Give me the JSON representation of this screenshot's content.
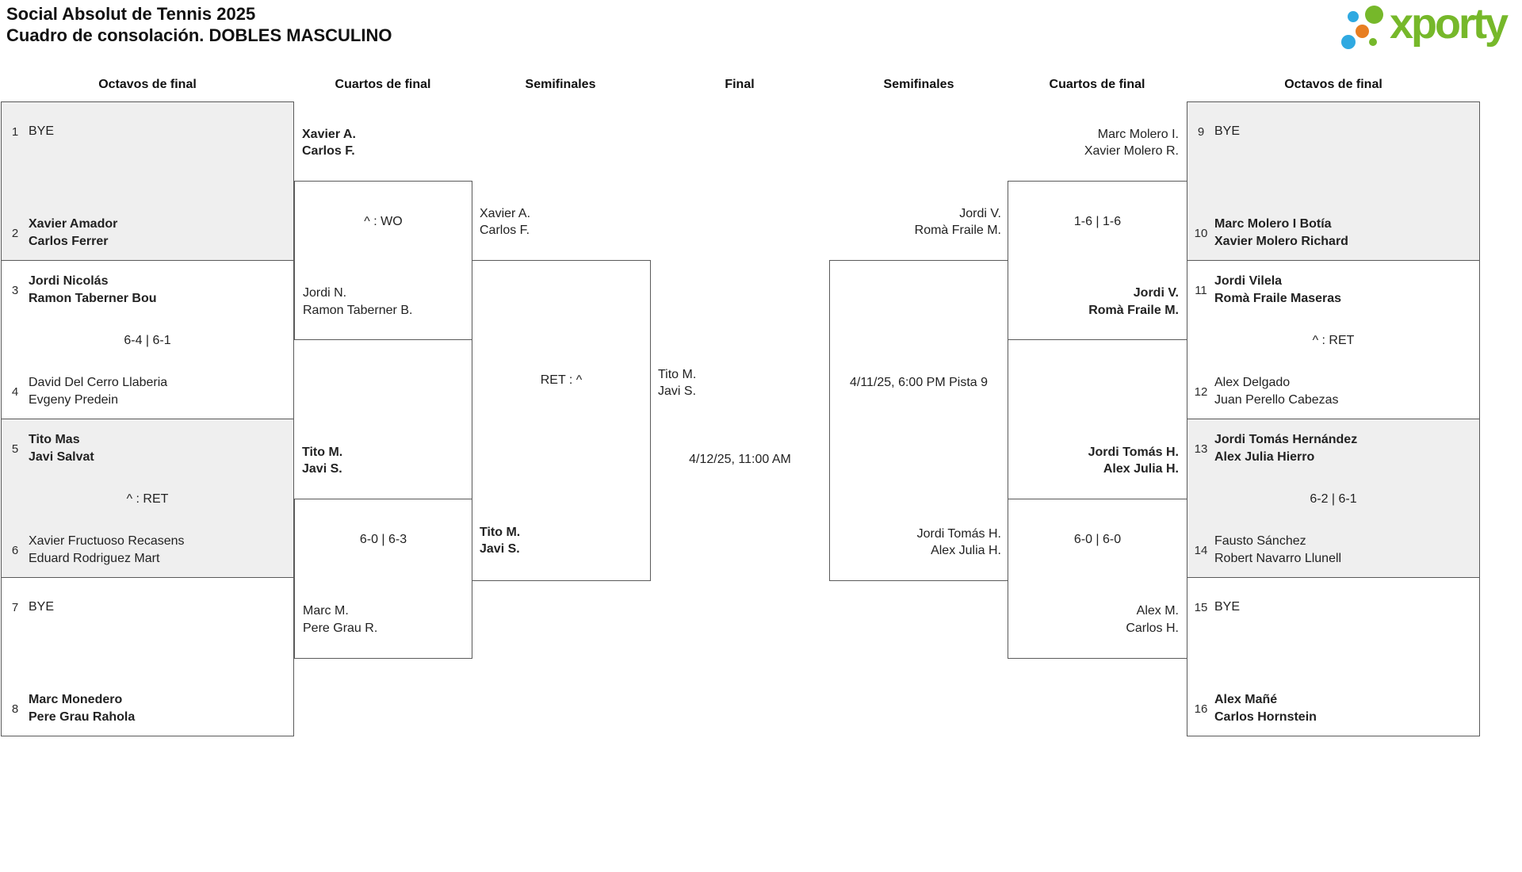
{
  "title": {
    "line1": "Social Absolut de Tennis 2025",
    "line2": "Cuadro de consolación. DOBLES MASCULINO"
  },
  "logo": {
    "wordmark": "xporty"
  },
  "round_headers": [
    "Octavos de final",
    "Cuartos de final",
    "Semifinales",
    "Final",
    "Semifinales",
    "Cuartos de final",
    "Octavos de final"
  ],
  "left": {
    "r16": [
      {
        "top": {
          "seed": "1",
          "line1": "BYE",
          "line2": "",
          "winner": false
        },
        "score": "",
        "bottom": {
          "seed": "2",
          "line1": "Xavier Amador",
          "line2": "Carlos Ferrer",
          "winner": true
        }
      },
      {
        "top": {
          "seed": "3",
          "line1": "Jordi Nicolás",
          "line2": "Ramon Taberner Bou",
          "winner": true
        },
        "score": "6-4 | 6-1",
        "bottom": {
          "seed": "4",
          "line1": "David Del Cerro Llaberia",
          "line2": "Evgeny Predein",
          "winner": false
        }
      },
      {
        "top": {
          "seed": "5",
          "line1": "Tito Mas",
          "line2": "Javi Salvat",
          "winner": true
        },
        "score": "^ : RET",
        "bottom": {
          "seed": "6",
          "line1": "Xavier Fructuoso Recasens",
          "line2": "Eduard Rodriguez Mart",
          "winner": false
        }
      },
      {
        "top": {
          "seed": "7",
          "line1": "BYE",
          "line2": "",
          "winner": false
        },
        "score": "",
        "bottom": {
          "seed": "8",
          "line1": "Marc Monedero",
          "line2": "Pere Grau Rahola",
          "winner": true
        }
      }
    ],
    "qf": [
      {
        "top_label": {
          "line1": "Xavier A.",
          "line2": "Carlos F.",
          "winner": true
        },
        "score": "^ : WO",
        "bottom_label": {
          "line1": "Jordi N.",
          "line2": "Ramon Taberner B.",
          "winner": false
        }
      },
      {
        "top_label": {
          "line1": "Tito M.",
          "line2": "Javi S.",
          "winner": true
        },
        "score": "6-0 | 6-3",
        "bottom_label": {
          "line1": "Marc M.",
          "line2": "Pere Grau R.",
          "winner": false
        }
      }
    ],
    "sf": {
      "top_label": {
        "line1": "Xavier A.",
        "line2": "Carlos F.",
        "winner": false
      },
      "score": "RET : ^",
      "bottom_label": {
        "line1": "Tito M.",
        "line2": "Javi S.",
        "winner": true
      }
    }
  },
  "final": {
    "finalist": {
      "line1": "Tito M.",
      "line2": "Javi S.",
      "winner": false
    },
    "schedule": "4/12/25, 11:00 AM"
  },
  "right": {
    "sf": {
      "top_label": {
        "line1": "Jordi V.",
        "line2": "Romà Fraile M.",
        "winner": false
      },
      "schedule": "4/11/25, 6:00 PM Pista 9",
      "bottom_label": {
        "line1": "Jordi Tomás H.",
        "line2": "Alex Julia H.",
        "winner": false
      }
    },
    "qf": [
      {
        "top_label": {
          "line1": "Marc Molero I.",
          "line2": "Xavier Molero R.",
          "winner": false
        },
        "score": "1-6 | 1-6",
        "bottom_label": {
          "line1": "Jordi V.",
          "line2": "Romà Fraile M.",
          "winner": true
        }
      },
      {
        "top_label": {
          "line1": "Jordi Tomás H.",
          "line2": "Alex Julia H.",
          "winner": true
        },
        "score": "6-0 | 6-0",
        "bottom_label": {
          "line1": "Alex M.",
          "line2": "Carlos H.",
          "winner": false
        }
      }
    ],
    "r16": [
      {
        "top": {
          "seed": "9",
          "line1": "BYE",
          "line2": "",
          "winner": false
        },
        "score": "",
        "bottom": {
          "seed": "10",
          "line1": "Marc Molero I Botía",
          "line2": "Xavier Molero Richard",
          "winner": true
        }
      },
      {
        "top": {
          "seed": "11",
          "line1": "Jordi Vilela",
          "line2": "Romà Fraile Maseras",
          "winner": true
        },
        "score": "^ : RET",
        "bottom": {
          "seed": "12",
          "line1": "Alex Delgado",
          "line2": "Juan Perello Cabezas",
          "winner": false
        }
      },
      {
        "top": {
          "seed": "13",
          "line1": "Jordi Tomás Hernández",
          "line2": "Alex Julia Hierro",
          "winner": true
        },
        "score": "6-2 | 6-1",
        "bottom": {
          "seed": "14",
          "line1": "Fausto Sánchez",
          "line2": "Robert Navarro Llunell",
          "winner": false
        }
      },
      {
        "top": {
          "seed": "15",
          "line1": "BYE",
          "line2": "",
          "winner": false
        },
        "score": "",
        "bottom": {
          "seed": "16",
          "line1": "Alex Mañé",
          "line2": "Carlos Hornstein",
          "winner": true
        }
      }
    ]
  },
  "colors": {
    "brand_green": "#76b82a",
    "brand_blue": "#2fa9e1",
    "brand_orange": "#e87e22",
    "box_shade": "#efefef",
    "line": "#5a5a5a"
  }
}
